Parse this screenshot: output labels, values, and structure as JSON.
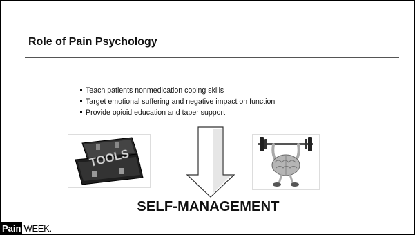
{
  "slide": {
    "title": "Role of Pain Psychology",
    "bullets": [
      "Teach patients nonmedication coping skills",
      "Target emotional suffering and negative impact on function",
      "Provide opioid education and taper support"
    ],
    "toolbox_text": "TOOLS",
    "outcome": "SELF-MANAGEMENT"
  },
  "logo": {
    "part1": "Pain",
    "part2": "WEEK."
  }
}
